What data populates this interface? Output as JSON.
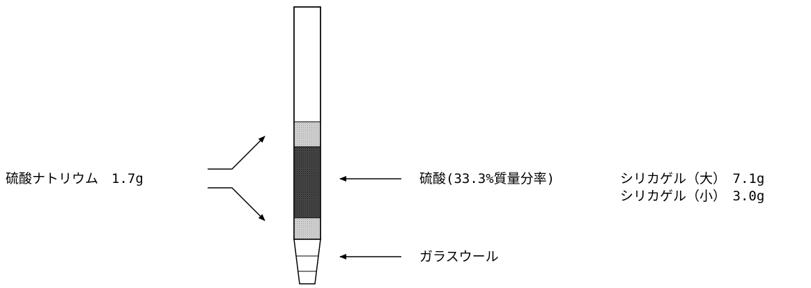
{
  "labels": {
    "sodium_sulfate": "硫酸ナトリウム　1.7g",
    "sulfuric_acid": "硫酸(33.3%質量分率)",
    "silica_gel_large": "シリカゲル（大）　7.1g",
    "silica_gel_small": "シリカゲル（小）　3.0g",
    "glass_wool": "ガラスウール"
  },
  "colors": {
    "line": "#000000",
    "tube_fill": "#ffffff",
    "sodium_sulfate_layer": "#c8c8c8",
    "sulfuric_acid_layer": "#3c3c3c"
  }
}
